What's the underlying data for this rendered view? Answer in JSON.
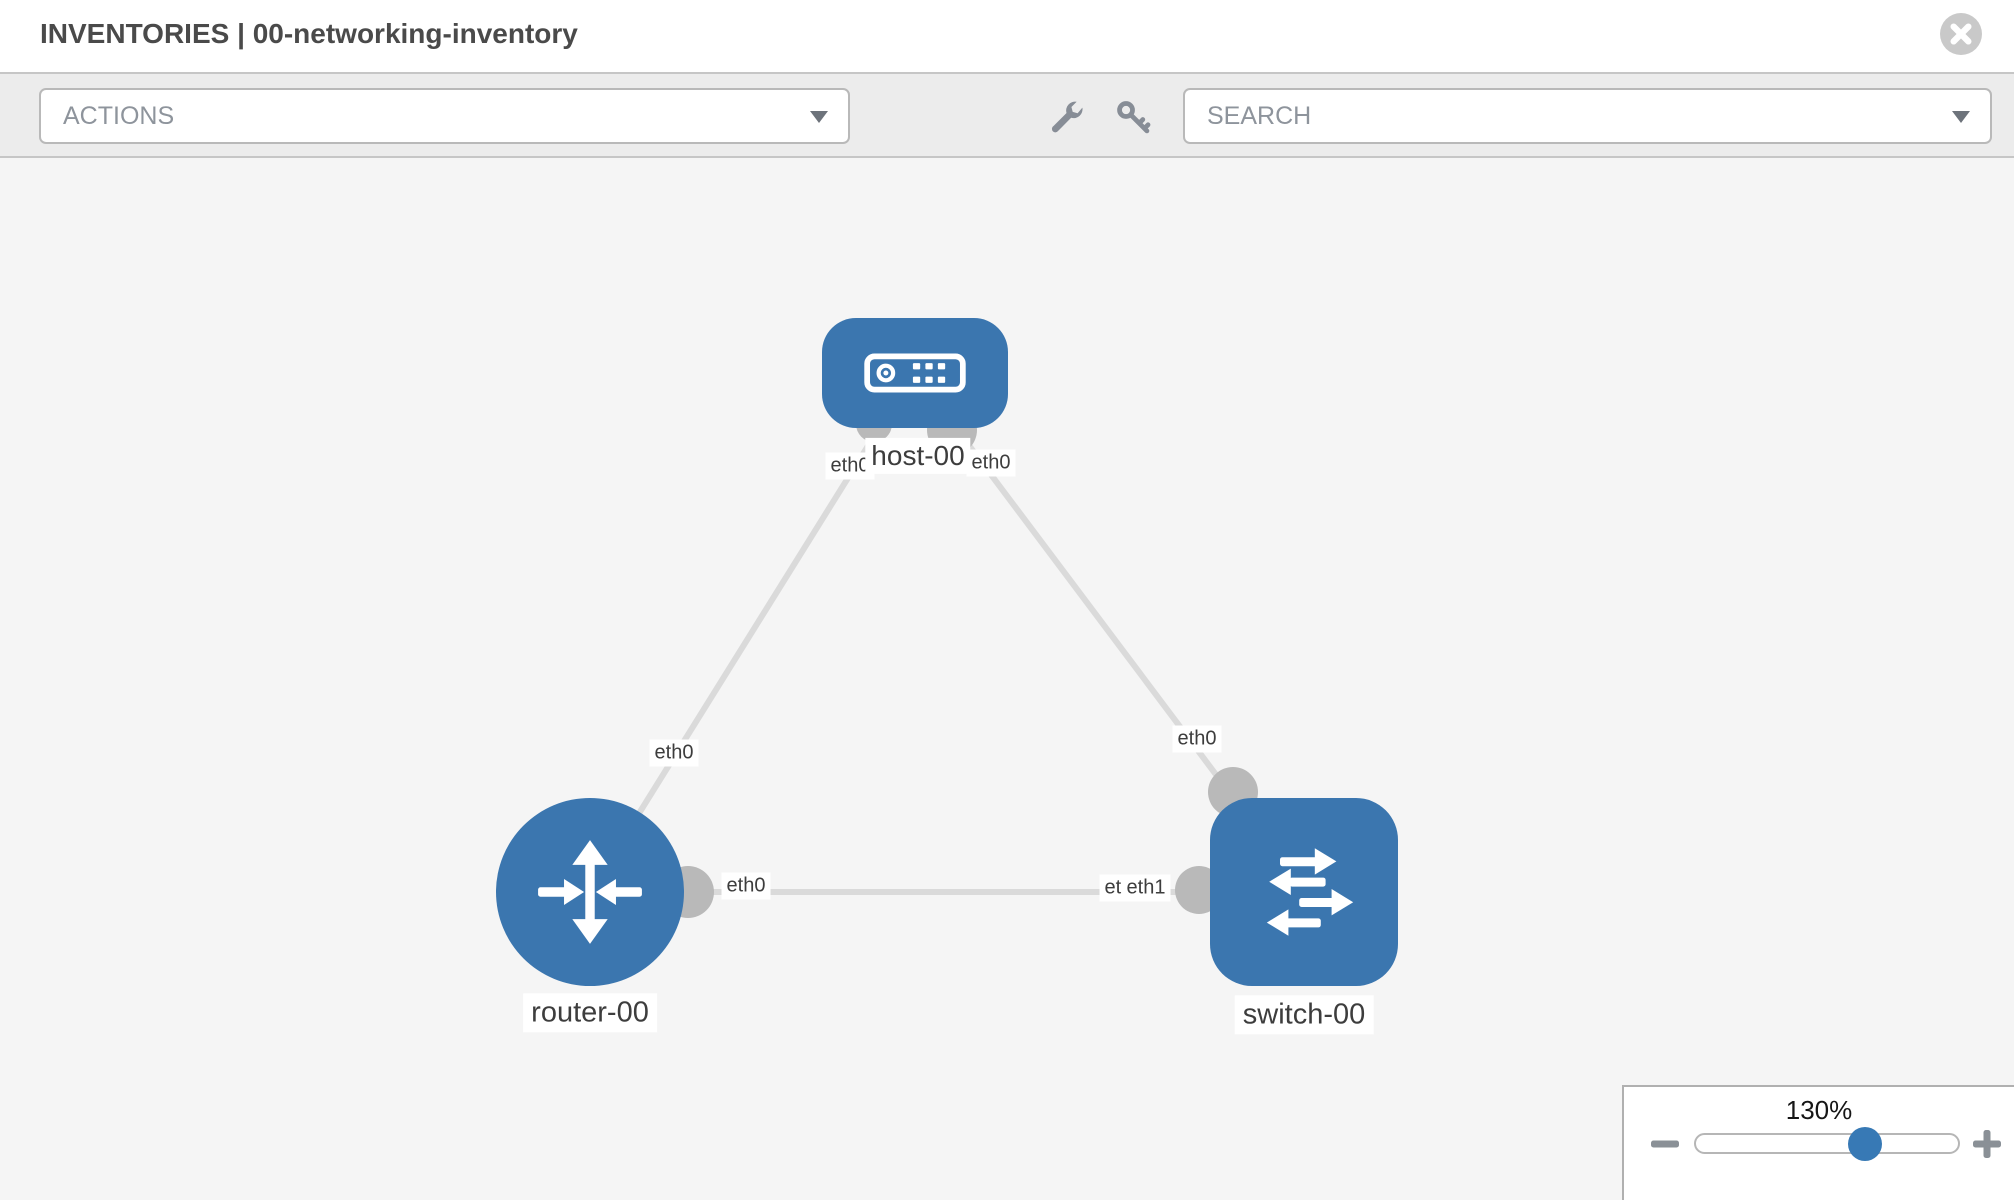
{
  "header": {
    "title": "INVENTORIES | 00-networking-inventory",
    "close_icon": "circle-x-icon"
  },
  "toolbar": {
    "actions_label": "ACTIONS",
    "search_label": "SEARCH",
    "wrench_icon": "wrench-icon",
    "key_icon": "key-icon"
  },
  "topology": {
    "nodes": [
      {
        "label": "host-00",
        "type": "host",
        "icon": "server-icon"
      },
      {
        "label": "router-00",
        "type": "router",
        "icon": "router-arrows-icon"
      },
      {
        "label": "switch-00",
        "type": "switch",
        "icon": "switch-arrows-icon"
      }
    ],
    "interface_labels": [
      {
        "text": "eth0",
        "position": "host-left"
      },
      {
        "text": "eth0",
        "position": "host-right"
      },
      {
        "text": "eth0",
        "position": "host-router-link"
      },
      {
        "text": "eth0",
        "position": "host-switch-link"
      },
      {
        "text": "eth0",
        "position": "router-right"
      },
      {
        "text": "eth0",
        "position": "switch-left-behind"
      },
      {
        "text": "eth1",
        "position": "switch-left"
      }
    ],
    "links": [
      {
        "from": "host-00",
        "to": "router-00"
      },
      {
        "from": "host-00",
        "to": "switch-00"
      },
      {
        "from": "router-00",
        "to": "switch-00"
      }
    ],
    "colors": {
      "node_blue": "#3b76af",
      "link_gray": "#dadada",
      "interface_dot_gray": "#b9b9b9",
      "canvas_bg": "#f5f5f5"
    }
  },
  "zoom_control": {
    "level": "130%",
    "minus_icon": "minus-icon",
    "plus_icon": "plus-icon",
    "thumb_color": "#3779b5"
  }
}
